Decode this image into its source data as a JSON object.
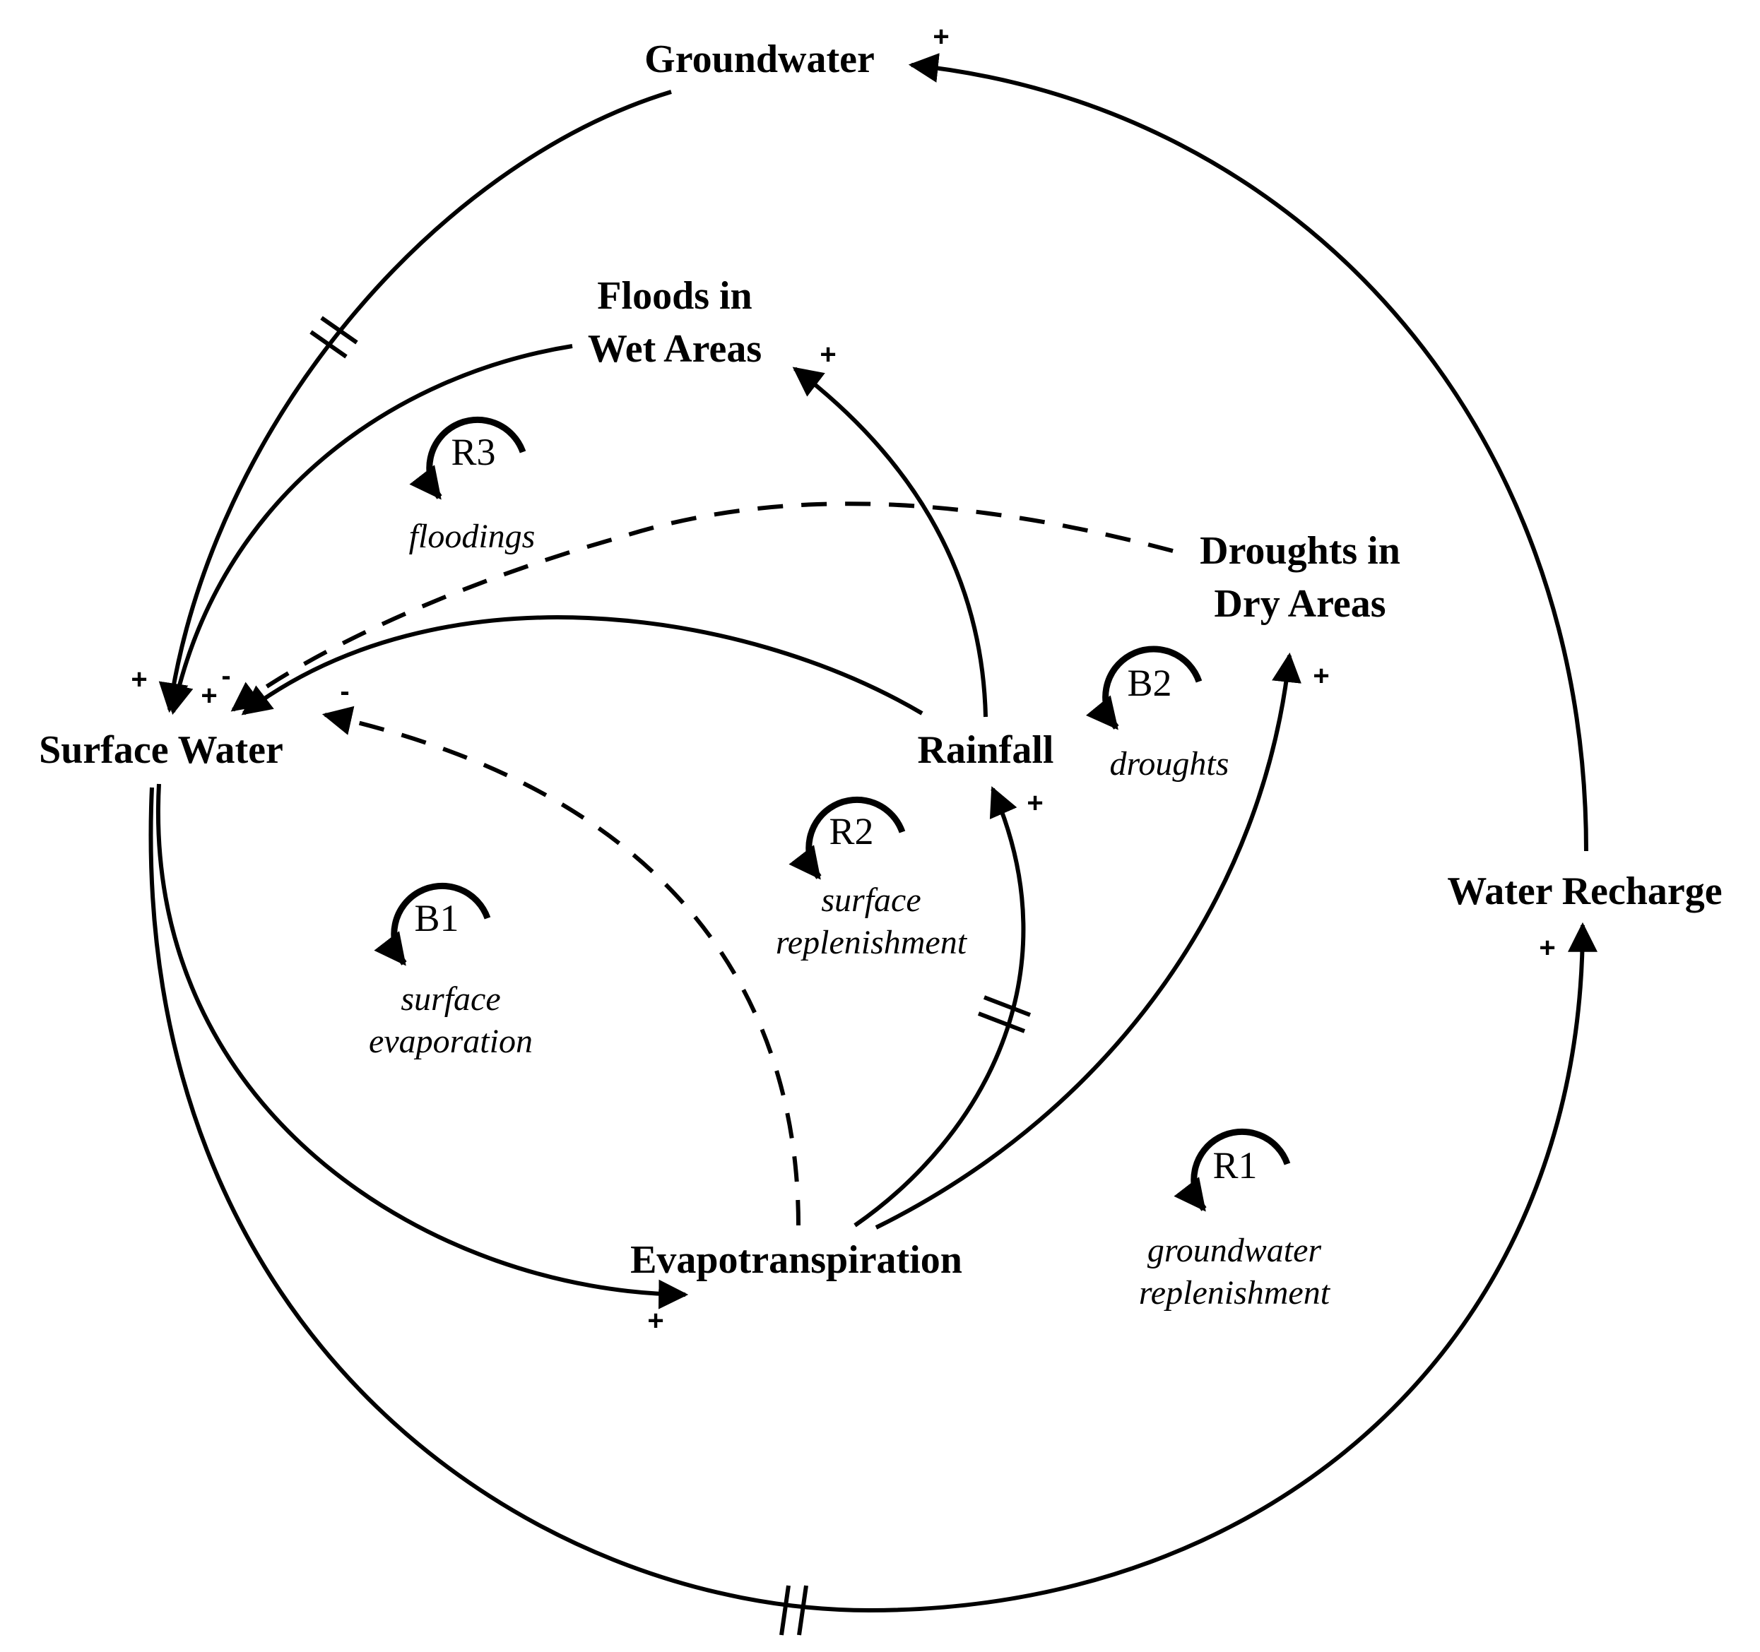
{
  "variables": {
    "groundwater": "Groundwater",
    "floods_line1": "Floods in",
    "floods_line2": "Wet Areas",
    "droughts_line1": "Droughts in",
    "droughts_line2": "Dry Areas",
    "surface_water": "Surface Water",
    "rainfall": "Rainfall",
    "water_recharge": "Water Recharge",
    "evapotranspiration": "Evapotranspiration"
  },
  "loops": {
    "r3": {
      "id": "R3",
      "name": "floodings"
    },
    "b2": {
      "id": "B2",
      "name": "droughts"
    },
    "r2": {
      "id": "R2",
      "name_line1": "surface",
      "name_line2": "replenishment"
    },
    "b1": {
      "id": "B1",
      "name_line1": "surface",
      "name_line2": "evaporation"
    },
    "r1": {
      "id": "R1",
      "name_line1": "groundwater",
      "name_line2": "replenishment"
    }
  },
  "polarity": {
    "plus": "+",
    "minus": "-"
  }
}
